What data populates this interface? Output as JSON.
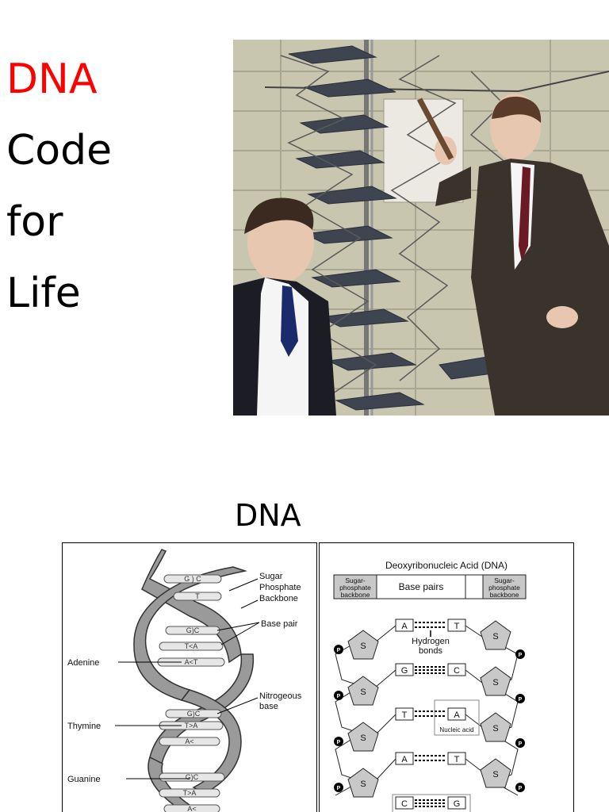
{
  "slide_title": {
    "line1": "DNA",
    "line2": "Code",
    "line3": "for",
    "line4": "Life",
    "accent_color": "#ff0000"
  },
  "section_heading": "DNA",
  "helix_diagram": {
    "labels": {
      "sugar_phosphate": [
        "Sugar",
        "Phosphate",
        "Backbone"
      ],
      "base_pair": "Base pair",
      "adenine": "Adenine",
      "nitrogenous": [
        "Nitrogeous",
        "base"
      ],
      "thymine": "Thymine",
      "guanine": "Guanine"
    },
    "rung_letters": [
      "G ) C",
      "T",
      "G)C",
      "T<A",
      "A<T",
      "G)C",
      "T>A",
      "A<",
      "G)C",
      "T>A",
      "A<"
    ]
  },
  "structure_diagram": {
    "title": "Deoxyribonucleic Acid (DNA)",
    "header_left": [
      "Sugar-",
      "phosphate",
      "backbone"
    ],
    "header_middle": "Base pairs",
    "header_right": [
      "Sugar-",
      "phosphate",
      "backbone"
    ],
    "hydrogen_bonds": [
      "Hydrogen",
      "bonds"
    ],
    "nucleic_acid": "Nucleic acid",
    "sugar_letter": "S",
    "phosphate_letter": "P",
    "pairs": [
      {
        "left": "A",
        "right": "T"
      },
      {
        "left": "G",
        "right": "C"
      },
      {
        "left": "T",
        "right": "A"
      },
      {
        "left": "A",
        "right": "T"
      },
      {
        "left": "C",
        "right": "G"
      }
    ]
  }
}
